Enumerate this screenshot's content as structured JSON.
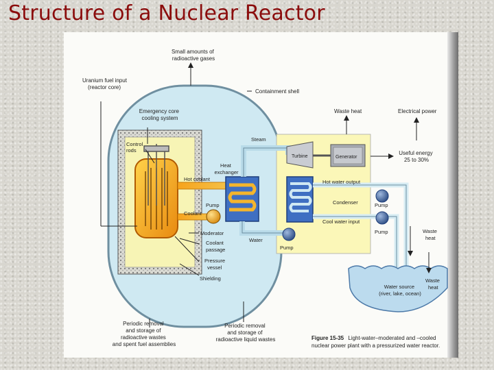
{
  "title": "Structure of a Nuclear Reactor",
  "labels": {
    "small_gases": [
      "Small amounts of",
      "radioactive gases"
    ],
    "uranium_input": [
      "Uranium fuel input",
      "(reactor core)"
    ],
    "containment_shell": "Containment shell",
    "emergency_core": [
      "Emergency core",
      "cooling system"
    ],
    "control_rods": [
      "Control",
      "rods"
    ],
    "steam": "Steam",
    "heat_exchanger": [
      "Heat",
      "exchanger"
    ],
    "hot_coolant": "Hot coolant",
    "pump_primary": "Pump",
    "coolant": "Coolant",
    "moderator": "Moderator",
    "coolant_passage": [
      "Coolant",
      "passage"
    ],
    "pressure_vessel": [
      "Pressure",
      "vessel"
    ],
    "shielding": "Shielding",
    "water": "Water",
    "pump_return": "Pump",
    "turbine": "Turbine",
    "generator": "Generator",
    "waste_heat_top": "Waste heat",
    "electrical_power": "Electrical power",
    "useful_energy": [
      "Useful energy",
      "25 to 30%"
    ],
    "hot_water_output": "Hot water output",
    "condenser": "Condenser",
    "cool_water_input": "Cool water input",
    "pump_right_1": "Pump",
    "pump_right_2": "Pump",
    "waste_heat_right": [
      "Waste",
      "heat"
    ],
    "waste_heat_lake": [
      "Waste",
      "heat"
    ],
    "water_source": [
      "Water source",
      "(river, lake, ocean)"
    ],
    "periodic_removal_solid": [
      "Periodic removal",
      "and storage of",
      "radioactive wastes",
      "and spent fuel assemblies"
    ],
    "periodic_removal_liquid": [
      "Periodic removal",
      "and storage of",
      "radioactive liquid wastes"
    ]
  },
  "caption": {
    "figure": "Figure 15-35",
    "line1": "Light-water–moderated and –cooled",
    "line2": "nuclear power plant with a pressurized water reactor."
  }
}
